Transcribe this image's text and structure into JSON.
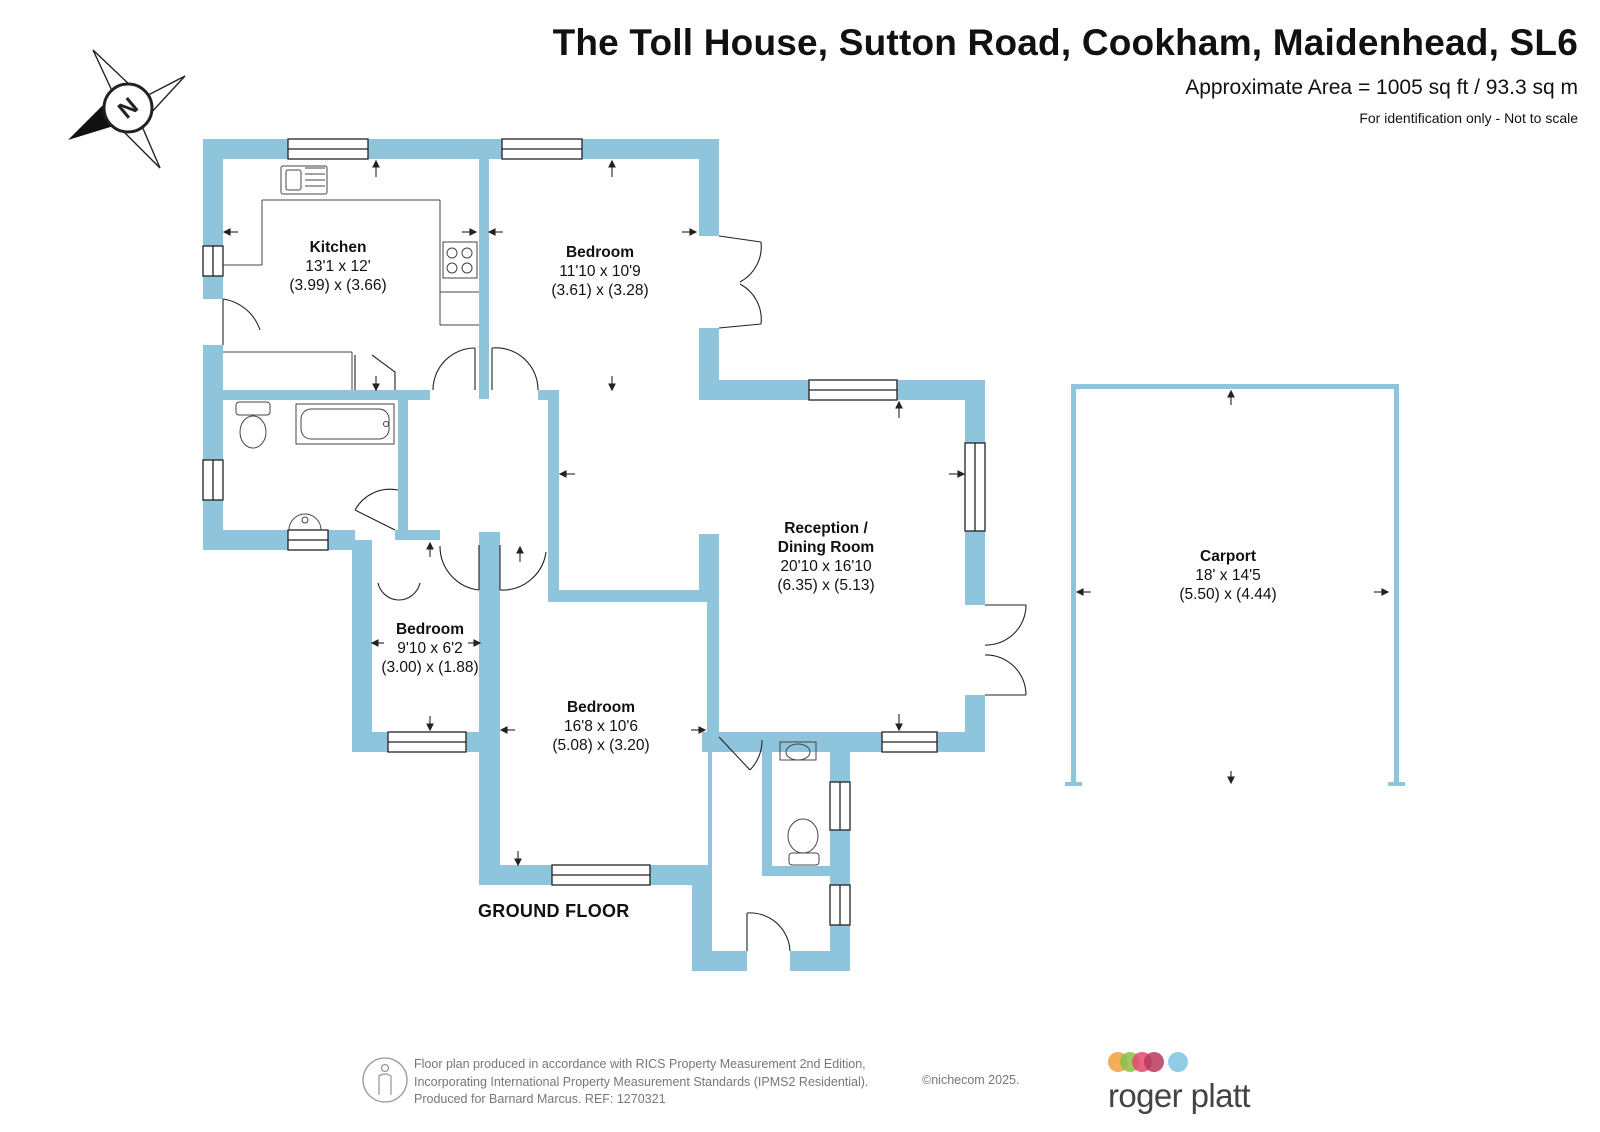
{
  "header": {
    "title": "The Toll House, Sutton Road, Cookham, Maidenhead, SL6",
    "area": "Approximate Area = 1005 sq ft / 93.3 sq m",
    "note": "For identification only - Not to scale"
  },
  "compass": {
    "label": "N"
  },
  "rooms": {
    "kitchen": {
      "name": "Kitchen",
      "imperial": "13'1 x 12'",
      "metric": "(3.99) x (3.66)"
    },
    "bedroom1": {
      "name": "Bedroom",
      "imperial": "11'10 x 10'9",
      "metric": "(3.61) x (3.28)"
    },
    "reception": {
      "name_line1": "Reception /",
      "name_line2": "Dining Room",
      "imperial": "20'10 x 16'10",
      "metric": "(6.35) x (5.13)"
    },
    "bedroom2": {
      "name": "Bedroom",
      "imperial": "9'10 x 6'2",
      "metric": "(3.00) x (1.88)"
    },
    "bedroom3": {
      "name": "Bedroom",
      "imperial": "16'8 x 10'6",
      "metric": "(5.08) x (3.20)"
    },
    "carport": {
      "name": "Carport",
      "imperial": "18' x 14'5",
      "metric": "(5.50) x (4.44)"
    }
  },
  "floor_label": "GROUND FLOOR",
  "footer": {
    "line1": "Floor plan produced in accordance with RICS Property Measurement 2nd Edition,",
    "line2": "Incorporating International Property Measurement Standards (IPMS2 Residential).",
    "line3": "Produced for Barnard Marcus.   REF:  1270321",
    "copyright": "©nichecom 2025."
  },
  "branding": {
    "logo_text": "roger platt",
    "logo_dots": [
      "#f0a03c",
      "#8cc04a",
      "#e8486e",
      "#b8395c",
      "#7ec3e3"
    ]
  },
  "colors": {
    "wall": "#8ec5dd",
    "line": "#222222",
    "background": "#ffffff"
  }
}
